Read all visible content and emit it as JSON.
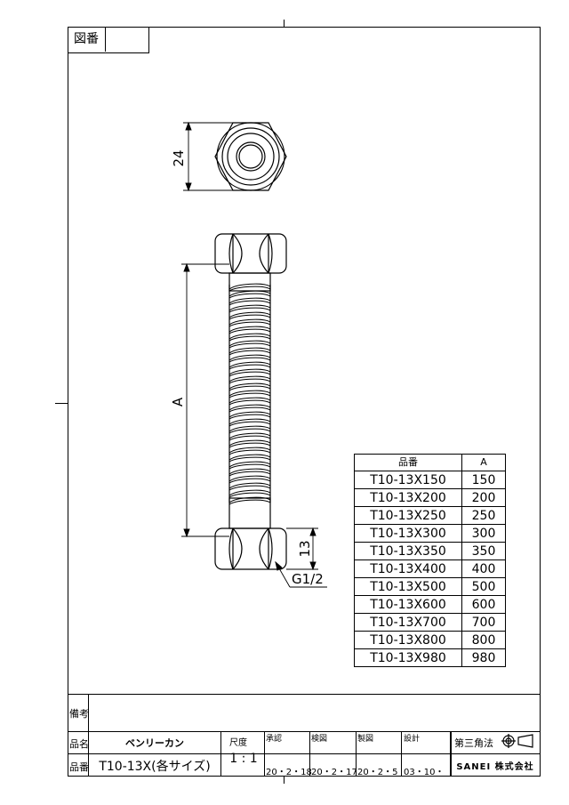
{
  "drawing_number": {
    "label": "図番",
    "value": ""
  },
  "dimensions": {
    "nut_width": "24",
    "length": "A",
    "nut_length": "13",
    "thread": "G1/2"
  },
  "parts_table": {
    "headers": [
      "品番",
      "A"
    ],
    "rows": [
      [
        "T10-13X150",
        "150"
      ],
      [
        "T10-13X200",
        "200"
      ],
      [
        "T10-13X250",
        "250"
      ],
      [
        "T10-13X300",
        "300"
      ],
      [
        "T10-13X350",
        "350"
      ],
      [
        "T10-13X400",
        "400"
      ],
      [
        "T10-13X500",
        "500"
      ],
      [
        "T10-13X600",
        "600"
      ],
      [
        "T10-13X700",
        "700"
      ],
      [
        "T10-13X800",
        "800"
      ],
      [
        "T10-13X980",
        "980"
      ]
    ]
  },
  "title_block": {
    "remarks_label": "備考",
    "name_label": "品名",
    "name_value": "ベンリーカン",
    "partno_label": "品番",
    "partno_value": "T10-13X(各サイズ)",
    "scale_label": "尺度",
    "scale_value": "1 : 1",
    "approved_label": "承認",
    "approved_date": "20・2・18",
    "checked_label": "検図",
    "checked_date": "20・2・17",
    "drawn_label": "製図",
    "drawn_date": "20・2・5",
    "design_label": "設計",
    "design_date": "03・10・",
    "projection_label": "第三角法",
    "company": "SANEI 株式会社"
  }
}
